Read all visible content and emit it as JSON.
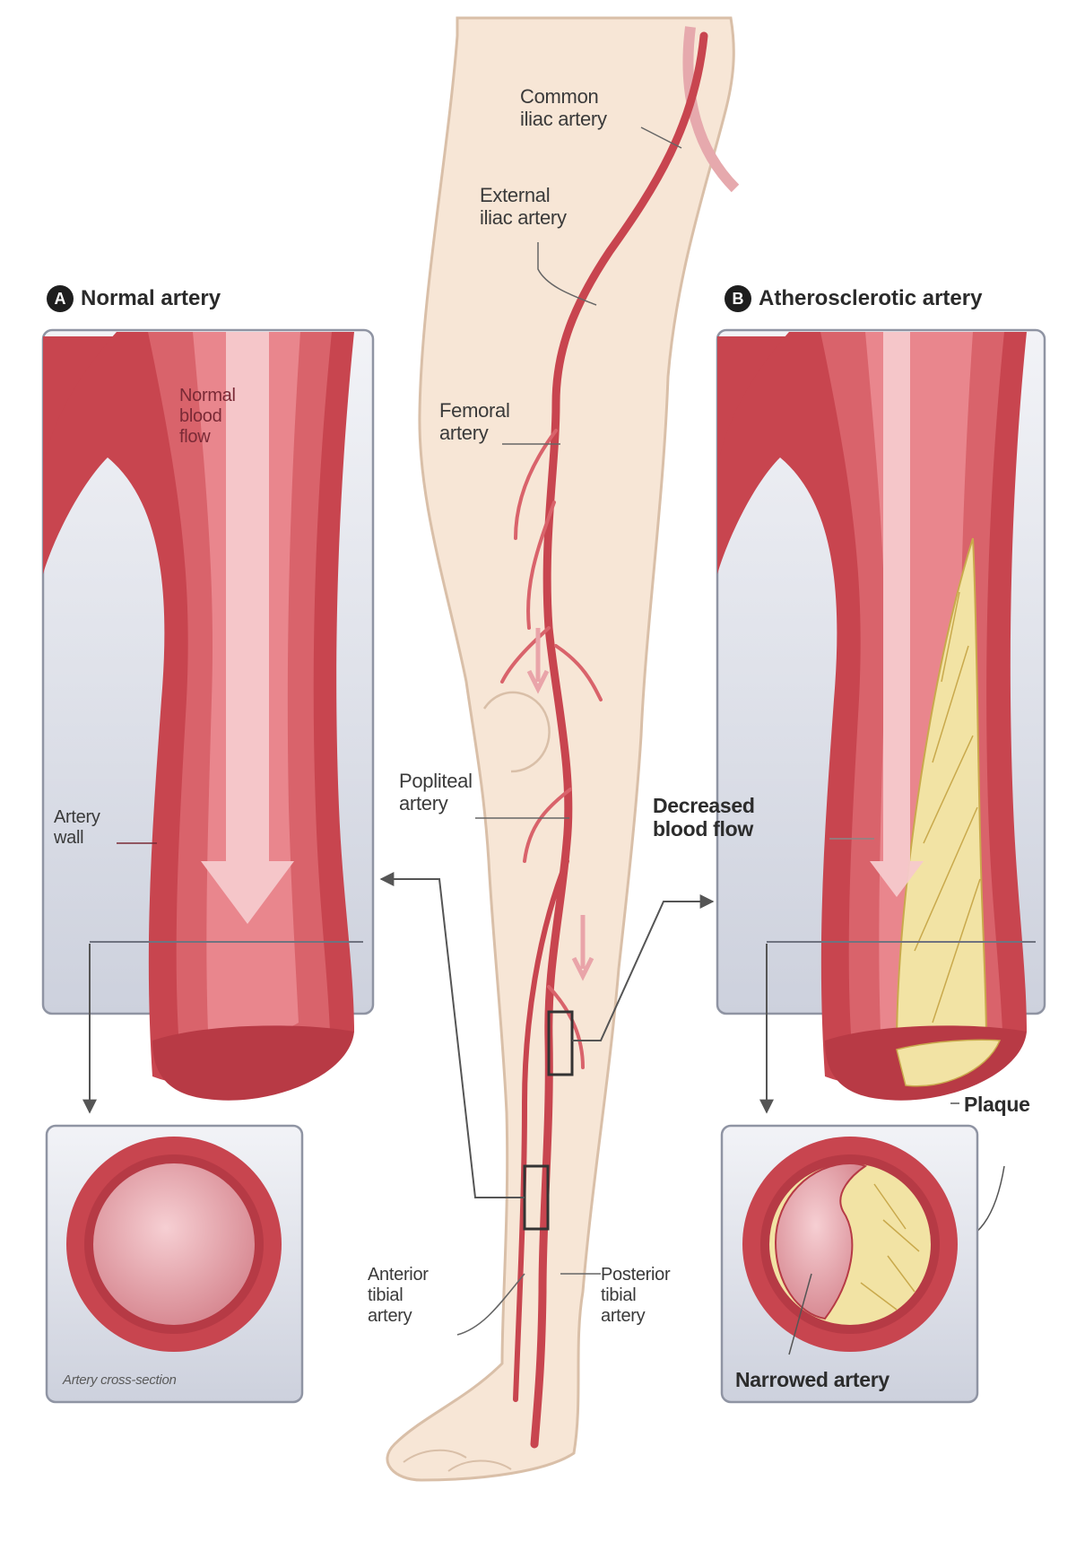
{
  "panels": {
    "a": {
      "badge": "A",
      "title": "Normal artery"
    },
    "b": {
      "badge": "B",
      "title": "Atherosclerotic artery"
    }
  },
  "labels": {
    "common_iliac": "Common\niliac artery",
    "external_iliac": "External\niliac artery",
    "femoral": "Femoral\nartery",
    "popliteal": "Popliteal\nartery",
    "anterior_tibial": "Anterior\ntibial\nartery",
    "posterior_tibial": "Posterior\ntibial\nartery",
    "normal_blood_flow": "Normal\nblood\nflow",
    "artery_wall": "Artery\nwall",
    "artery_cross_section": "Artery cross-section",
    "decreased_blood_flow": "Decreased\nblood flow",
    "plaque": "Plaque",
    "narrowed_artery": "Narrowed artery"
  },
  "colors": {
    "skin": "#f7e6d6",
    "skin_outline": "#d9bfa8",
    "artery_dark": "#c8454f",
    "artery_mid": "#d9636b",
    "artery_light": "#f0b4b8",
    "panel_bg": "#d9dce6",
    "plaque": "#f2e3a4"
  }
}
